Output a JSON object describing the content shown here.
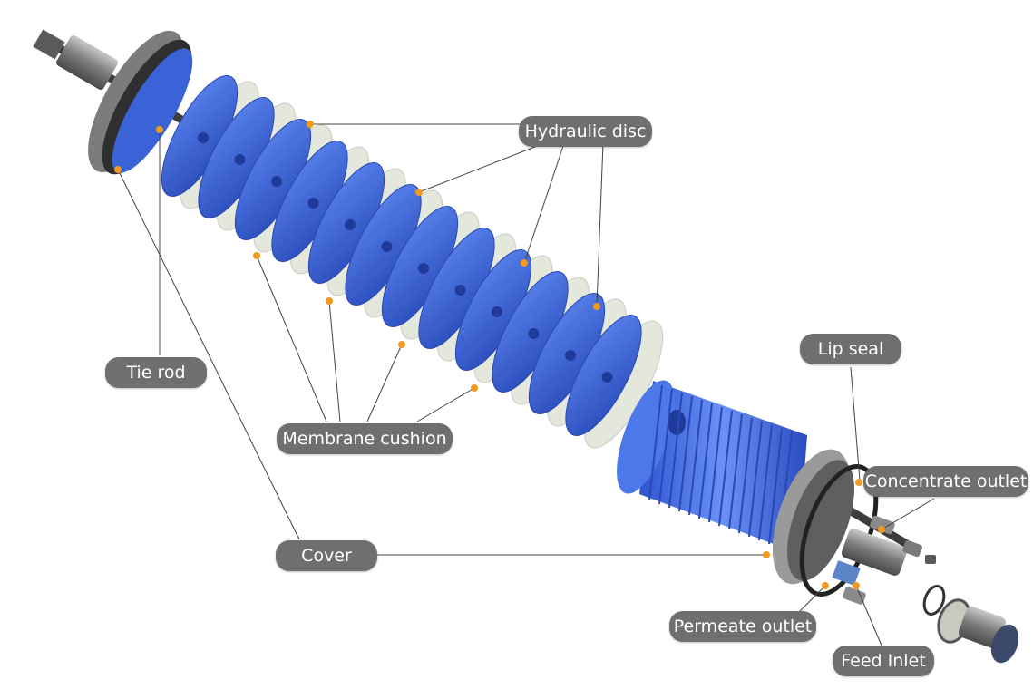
{
  "labels": {
    "hydraulic_disc": "Hydraulic disc",
    "tie_rod": "Tie rod",
    "membrane_cushion": "Membrane cushion",
    "cover": "Cover",
    "lip_seal": "Lip seal",
    "concentrate_outlet": "Concentrate outlet",
    "permeate_outlet": "Permeate outlet",
    "feed_inlet": "Feed Inlet"
  },
  "colors": {
    "disc_blue": "#3a63d8",
    "cushion": "#e3e7dc",
    "metal": "#8a8a8a",
    "label_bg": "#6f6f6f",
    "marker": "#f39a1e"
  }
}
